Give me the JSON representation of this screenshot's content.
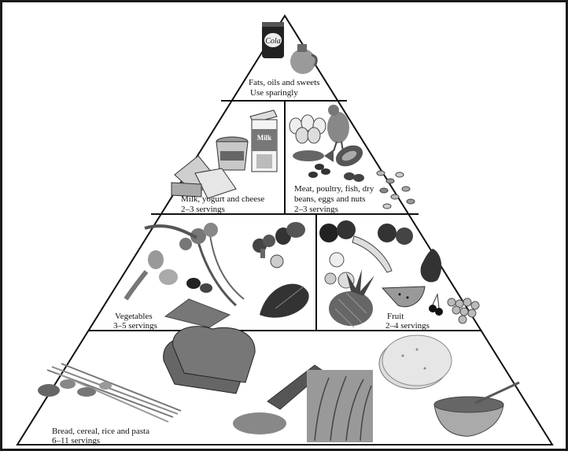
{
  "tiers": {
    "fats": {
      "title": "Fats, oils and sweets",
      "servings": "Use sparingly"
    },
    "dairy": {
      "title": "Milk, yogurt and cheese",
      "servings": "2–3 servings"
    },
    "meat": {
      "title_line1": "Meat, poultry, fish, dry",
      "title_line2": "beans, eggs and nuts",
      "servings": "2–3 servings"
    },
    "vegetables": {
      "title": "Vegetables",
      "servings": "3–5 servings"
    },
    "fruit": {
      "title": "Fruit",
      "servings": "2–4 servings"
    },
    "grains": {
      "title": "Bread, cereal, rice and pasta",
      "servings": "6–11 servings"
    }
  },
  "product_text": {
    "cola": "Cola",
    "milk": "Milk"
  },
  "colors": {
    "ink": "#111111",
    "fill": "#ffffff"
  }
}
